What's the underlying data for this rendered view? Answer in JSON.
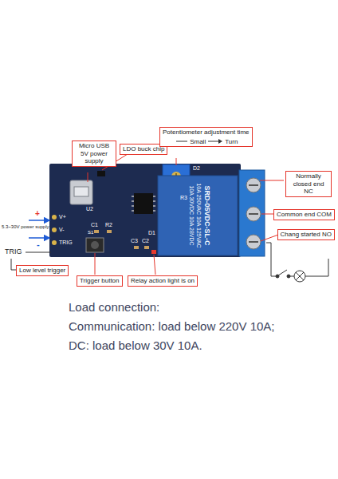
{
  "diagram": {
    "nodes": [
      {
        "text": [
          "Micro USB 5V power supply"
        ]
      },
      {
        "text": [
          "LDO buck chip"
        ]
      },
      {
        "text": [
          "Potentiometer adjustment time",
          "Small",
          "Turn"
        ]
      },
      {
        "text": [
          "Normally closed end NC"
        ]
      },
      {
        "text": [
          "Common end COM"
        ]
      },
      {
        "text": [
          "Chang started NO"
        ]
      },
      {
        "text": [
          "Trigger button"
        ]
      },
      {
        "text": [
          "Relay action light is on"
        ]
      },
      {
        "text": [
          "Low level trigger"
        ]
      }
    ],
    "labels": [
      "U2",
      "R3",
      "D2",
      "C1",
      "R2",
      "C3",
      "C2",
      "D1",
      "S1",
      "V+",
      "V-",
      "TRIG",
      "SRD-05VDC-SL-C",
      "10A 250VAC 10A 125VAC",
      "10A 30VDC 10A 28VDC",
      "+",
      "5.3~30V power supply",
      "-",
      "TRIG",
      "Load connection:",
      "Communication: load below 220V 10A;",
      "DC: load below 30V 10A."
    ]
  }
}
